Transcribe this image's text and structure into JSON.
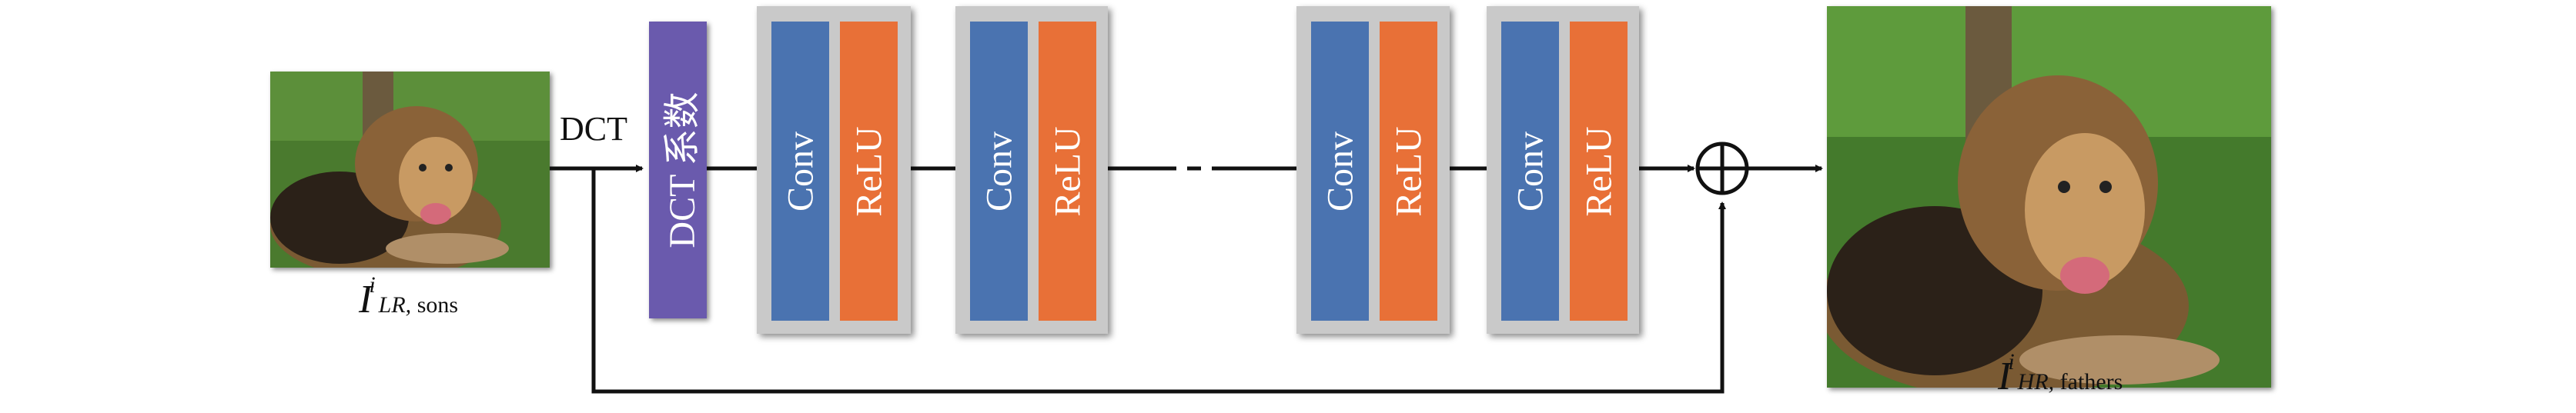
{
  "input_caption": {
    "base": "I",
    "sup": "i",
    "sub_italic": "LR,",
    "sub_text": " sons"
  },
  "output_caption": {
    "base": "I",
    "sup": "i",
    "sub_italic": "HR,",
    "sub_text": " fathers"
  },
  "dct_arrow_label": "DCT",
  "dct_block_label": "DCT 系数",
  "conv_label": "Conv",
  "relu_label": "ReLU",
  "colors": {
    "dct_block": "#6a5aad",
    "conv": "#4a73b0",
    "relu": "#e87037",
    "group_bg": "#c9c9c9"
  }
}
